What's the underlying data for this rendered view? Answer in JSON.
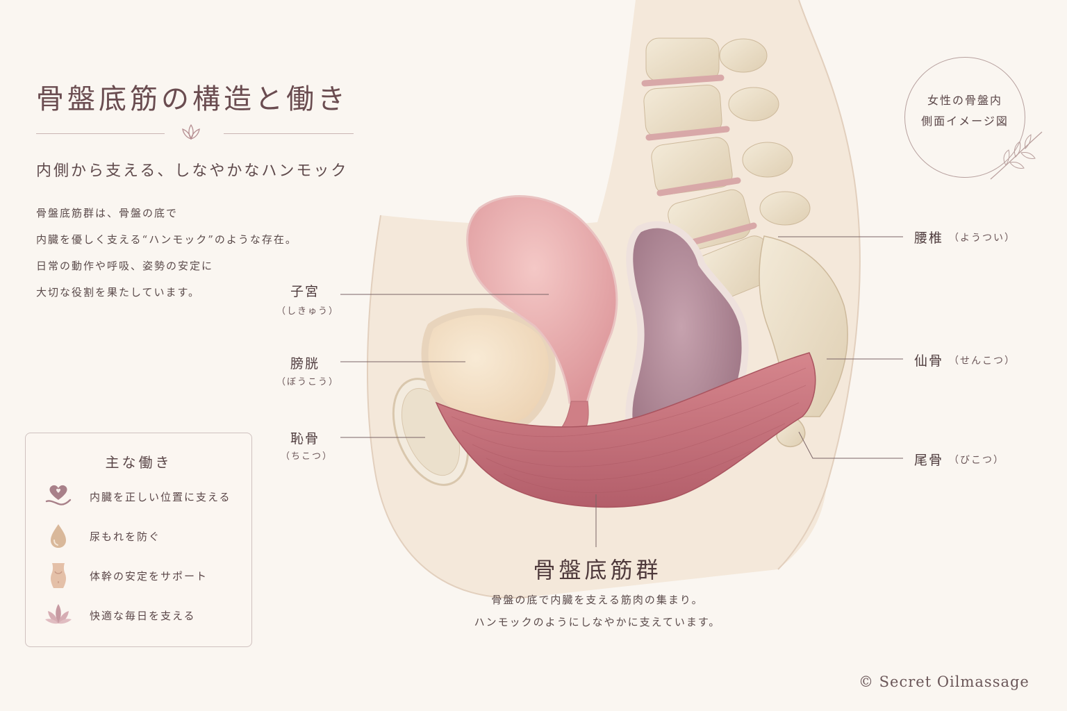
{
  "header": {
    "title": "骨盤底筋の構造と働き",
    "subtitle": "内側から支える、しなやかなハンモック",
    "intro_lines": [
      "骨盤底筋群は、骨盤の底で",
      "内臓を優しく支える“ハンモック”のような存在。",
      "日常の動作や呼吸、姿勢の安定に",
      "大切な役割を果たしています。"
    ]
  },
  "badge": {
    "line1": "女性の骨盤内",
    "line2": "側面イメージ図"
  },
  "labels_left": [
    {
      "name": "子宮",
      "reading": "（しきゅう）"
    },
    {
      "name": "膀胱",
      "reading": "（ぼうこう）"
    },
    {
      "name": "恥骨",
      "reading": "（ちこつ）"
    }
  ],
  "labels_right": [
    {
      "name": "腰椎",
      "reading": "（ようつい）"
    },
    {
      "name": "仙骨",
      "reading": "（せんこつ）"
    },
    {
      "name": "尾骨",
      "reading": "（びこつ）"
    }
  ],
  "main_label": {
    "title": "骨盤底筋群",
    "desc_lines": [
      "骨盤の底で内臓を支える筋肉の集まり。",
      "ハンモックのようにしなやかに支えています。"
    ]
  },
  "functions": {
    "title": "主な働き",
    "items": [
      {
        "icon": "heart-hand-icon",
        "text": "内臓を正しい位置に支える"
      },
      {
        "icon": "droplet-icon",
        "text": "尿もれを防ぐ"
      },
      {
        "icon": "torso-icon",
        "text": "体幹の安定をサポート"
      },
      {
        "icon": "lotus-icon",
        "text": "快適な毎日を支える"
      }
    ]
  },
  "copyright": "© Secret Oilmassage",
  "colors": {
    "background": "#faf6f1",
    "muscle": "#c0707a",
    "uterus": "#e5a9ab",
    "bladder": "#f1dcc0",
    "rectum": "#a87f8e",
    "bone": "#e9dcc4",
    "accent": "#8a6a6e"
  }
}
